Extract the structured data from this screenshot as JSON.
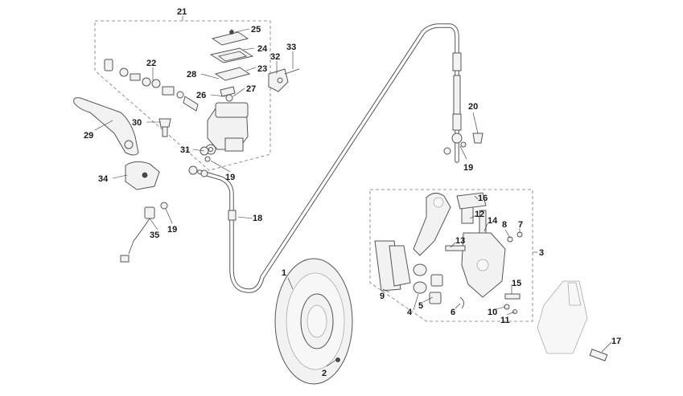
{
  "callouts": [
    {
      "id": "c1",
      "text": "1"
    },
    {
      "id": "c2",
      "text": "2"
    },
    {
      "id": "c3",
      "text": "3"
    },
    {
      "id": "c4",
      "text": "4"
    },
    {
      "id": "c5",
      "text": "5"
    },
    {
      "id": "c6",
      "text": "6"
    },
    {
      "id": "c7",
      "text": "7"
    },
    {
      "id": "c8",
      "text": "8"
    },
    {
      "id": "c9",
      "text": "9"
    },
    {
      "id": "c10",
      "text": "10"
    },
    {
      "id": "c11",
      "text": "11"
    },
    {
      "id": "c12",
      "text": "12"
    },
    {
      "id": "c13",
      "text": "13"
    },
    {
      "id": "c14",
      "text": "14"
    },
    {
      "id": "c15",
      "text": "15"
    },
    {
      "id": "c16",
      "text": "16"
    },
    {
      "id": "c17",
      "text": "17"
    },
    {
      "id": "c18",
      "text": "18"
    },
    {
      "id": "c19a",
      "text": "19"
    },
    {
      "id": "c19b",
      "text": "19"
    },
    {
      "id": "c19c",
      "text": "19"
    },
    {
      "id": "c20",
      "text": "20"
    },
    {
      "id": "c21",
      "text": "21"
    },
    {
      "id": "c22",
      "text": "22"
    },
    {
      "id": "c23",
      "text": "23"
    },
    {
      "id": "c24",
      "text": "24"
    },
    {
      "id": "c25",
      "text": "25"
    },
    {
      "id": "c26",
      "text": "26"
    },
    {
      "id": "c27",
      "text": "27"
    },
    {
      "id": "c28",
      "text": "28"
    },
    {
      "id": "c29",
      "text": "29"
    },
    {
      "id": "c30",
      "text": "30"
    },
    {
      "id": "c31",
      "text": "31"
    },
    {
      "id": "c32",
      "text": "32"
    },
    {
      "id": "c33",
      "text": "33"
    },
    {
      "id": "c34",
      "text": "34"
    },
    {
      "id": "c35",
      "text": "35"
    }
  ]
}
